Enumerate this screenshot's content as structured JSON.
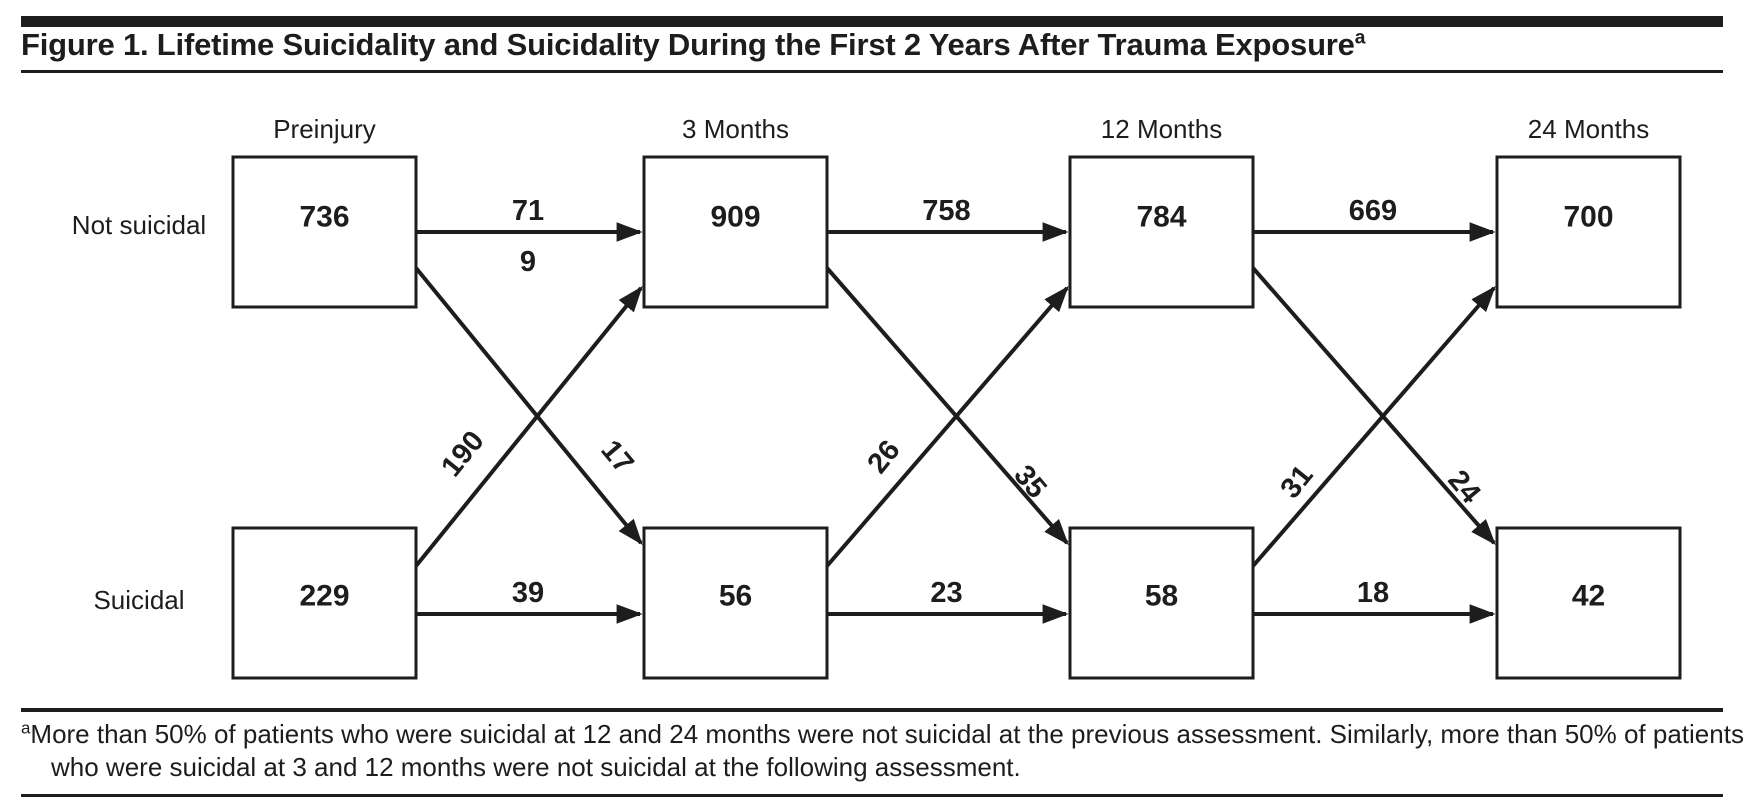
{
  "title": {
    "text": "Figure 1. Lifetime Suicidality and Suicidality During the First 2 Years After Trauma Exposure",
    "marker": "a"
  },
  "footnote": {
    "marker": "a",
    "text": "More than 50% of patients who were suicidal at 12 and 24 months were not suicidal at the previous assessment. Similarly, more than 50% of patients who were suicidal at 3 and 12 months were not suicidal at the following assessment."
  },
  "colors": {
    "ink": "#1d1d1b",
    "background": "#ffffff"
  },
  "chart_data": {
    "type": "flow-diagram",
    "title": "Figure 1. Lifetime Suicidality and Suicidality During the First 2 Years After Trauma Exposure",
    "columns": [
      "Preinjury",
      "3 Months",
      "12 Months",
      "24 Months"
    ],
    "rows": [
      "Not suicidal",
      "Suicidal"
    ],
    "series": [
      {
        "name": "Not suicidal",
        "values": [
          736,
          909,
          784,
          700
        ]
      },
      {
        "name": "Suicidal",
        "values": [
          229,
          56,
          58,
          42
        ]
      }
    ],
    "edges": [
      {
        "from": [
          0,
          0
        ],
        "to": [
          1,
          0
        ],
        "label": "71",
        "label2": "9"
      },
      {
        "from": [
          0,
          0
        ],
        "to": [
          1,
          1
        ],
        "label": "17"
      },
      {
        "from": [
          0,
          1
        ],
        "to": [
          1,
          0
        ],
        "label": "190"
      },
      {
        "from": [
          0,
          1
        ],
        "to": [
          1,
          1
        ],
        "label": "39"
      },
      {
        "from": [
          1,
          0
        ],
        "to": [
          2,
          0
        ],
        "label": "758"
      },
      {
        "from": [
          1,
          0
        ],
        "to": [
          2,
          1
        ],
        "label": "35"
      },
      {
        "from": [
          1,
          1
        ],
        "to": [
          2,
          0
        ],
        "label": "26"
      },
      {
        "from": [
          1,
          1
        ],
        "to": [
          2,
          1
        ],
        "label": "23"
      },
      {
        "from": [
          2,
          0
        ],
        "to": [
          3,
          0
        ],
        "label": "669"
      },
      {
        "from": [
          2,
          0
        ],
        "to": [
          3,
          1
        ],
        "label": "24"
      },
      {
        "from": [
          2,
          1
        ],
        "to": [
          3,
          0
        ],
        "label": "31"
      },
      {
        "from": [
          2,
          1
        ],
        "to": [
          3,
          1
        ],
        "label": "18"
      }
    ]
  }
}
